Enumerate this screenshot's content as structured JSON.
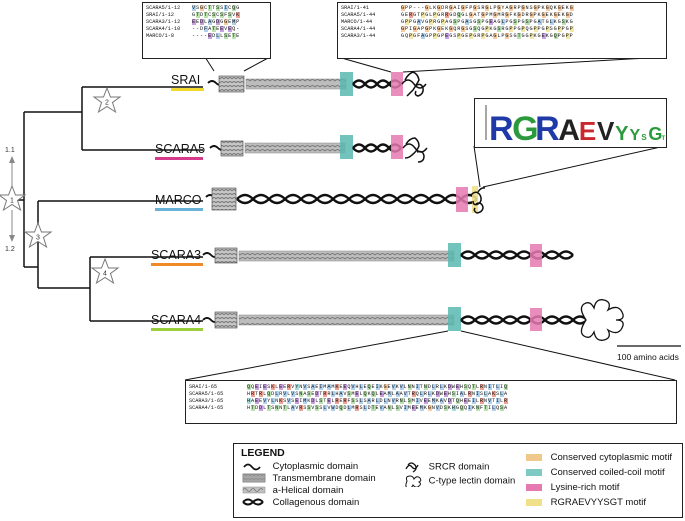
{
  "proteins": [
    {
      "id": "srai",
      "name": "SRAI",
      "color": "#f2d92e"
    },
    {
      "id": "scara5",
      "name": "SCARA5",
      "color": "#d63a8a"
    },
    {
      "id": "marco",
      "name": "MARCO",
      "color": "#6bb2d8"
    },
    {
      "id": "scara3",
      "name": "SCARA3",
      "color": "#ef8a26"
    },
    {
      "id": "scara4",
      "name": "SCARA4",
      "color": "#9bd03c"
    }
  ],
  "tree": {
    "nodes": [
      "1",
      "2",
      "3",
      "4"
    ],
    "axis_up": "1.1",
    "axis_down": "1.2"
  },
  "scale_bar": {
    "label": "100 amino acids"
  },
  "alignments": {
    "cytoplasmic": {
      "rows": [
        {
          "name": "SCARA5/1-12",
          "seq": "VSGCTTSSICQG"
        },
        {
          "name": "SRAI/1-12",
          "seq": "GTDTCSCSFSVK"
        },
        {
          "name": "SCARA3/1-12",
          "seq": "EEDLAGDGGEMP"
        },
        {
          "name": "SCARA4/1-10",
          "seq": "--DFATEEVEQ-"
        },
        {
          "name": "MARCO/1-8",
          "seq": "----EDLLSETE"
        }
      ]
    },
    "lysine": {
      "rows": [
        {
          "name": "SRAI/1-41",
          "seq": "GPP---GLKGDRGAIGFPGSRGLPGYAGRPGNSGPKGQKGEKG"
        },
        {
          "name": "SCARA5/1-44",
          "seq": "GERGTPGLPGRRGDQGLGATGPMGMRGFKGDRGPKGEKGEKGD"
        },
        {
          "name": "MARCO/1-44",
          "seq": "GPPGAVGPRGPAGSPGASGSPGEAGLPGSPGSPGATGLKGSKG"
        },
        {
          "name": "SCARA4/1-44",
          "seq": "GPIGAPGPKGEKGQRGSGSQGPKGSRGPPGPQGPPGPSGPPGP"
        },
        {
          "name": "SCARA3/1-44",
          "seq": "GQPGFAGPPGPEGSPGEPGRPGAGLPGSGTGGPKGEKGQPGPP"
        }
      ]
    },
    "coiled": {
      "rows": [
        {
          "name": "SRAI/1-65",
          "seq": "QQEIESKLEERVYNVSAEIMAMKEEQVHLEQEIKGEVKVLNNITNDLRLKDWEHSQTLRNITLIQ"
        },
        {
          "name": "SCARA5/1-65",
          "seq": "HRTRLQDLRVLVSNASEDTRRLHAVSMELQKQLEAMLAAVTRQLRLKDWEHSIALRNISLAKSLA"
        },
        {
          "name": "SCARA3/1-65",
          "seq": "HAEEVYLNKSVSEIMKDLSTELRERFSSLSARLDLNVRNLSMIVEEMKAVDTQHEEILRNVTILR"
        },
        {
          "name": "SCARA4/1-65",
          "seq": "HTDDLTSNNTLAVRSSVSSLVWDQDLMRSLDTEVANLSVIMEEMKGNVDSKHGQQIKNFTILQSA"
        }
      ]
    }
  },
  "motif_logo": {
    "letters": [
      "R",
      "G",
      "R",
      "A",
      "E",
      "V",
      "Y",
      "Y",
      "S",
      "G",
      "T"
    ]
  },
  "legend": {
    "title": "LEGEND",
    "items": [
      {
        "label": "Cytoplasmic domain",
        "icon": "cytoplasmic-icon"
      },
      {
        "label": "Transmembrane domain",
        "icon": "transmembrane-icon"
      },
      {
        "label": "a-Helical domain",
        "icon": "helix-icon"
      },
      {
        "label": "Collagenous domain",
        "icon": "collagen-icon"
      },
      {
        "label": "SRCR domain",
        "icon": "srcr-icon"
      },
      {
        "label": "C-type lectin domain",
        "icon": "lectin-icon"
      },
      {
        "label": "Conserved cytoplasmic motif",
        "color": "#f0c88c"
      },
      {
        "label": "Conserved coiled-coil motif",
        "color": "#7fc9c3"
      },
      {
        "label": "Lysine-rich motif",
        "color": "#e579b0"
      },
      {
        "label": "RGRAEVYYSGT motif",
        "color": "#f0e08a"
      }
    ]
  },
  "colors": {
    "helix": "#a6a6a6",
    "collagen": "#111111",
    "teal": "#5ab9b2",
    "pink": "#e579b0"
  }
}
